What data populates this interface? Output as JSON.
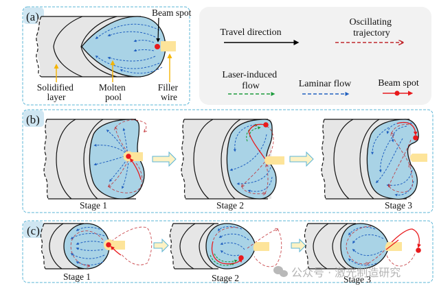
{
  "figure": {
    "colors": {
      "panel_border": "#5ab4d6",
      "label_bg": "#cfe6f2",
      "legend_bg": "#f2f2f2",
      "solid_layer": "#e6e6e6",
      "pool": "#a9d3e6",
      "wire": "#fde49a",
      "beam": "#e8191c",
      "travel": "#000000",
      "oscillating": "#c0282d",
      "laser_flow": "#1a9a3a",
      "laminar_flow": "#1f5fbf",
      "callout": "#f5b400",
      "stage_arrow_fill": "#fdf2c4",
      "stage_arrow_stroke": "#5ab4d6"
    }
  },
  "panel_a": {
    "label": "(a)",
    "annotations": {
      "beam_spot": "Beam spot",
      "solidified_layer": [
        "Solidified",
        "layer"
      ],
      "molten_pool": [
        "Molten",
        "pool"
      ],
      "filler_wire": [
        "Filler",
        "wire"
      ]
    }
  },
  "legend": {
    "items": [
      {
        "id": "travel",
        "label": [
          "Travel direction"
        ],
        "style": "solid-black-arrow"
      },
      {
        "id": "oscillating",
        "label": [
          "Oscillating",
          "trajectory"
        ],
        "style": "dashed-red-arrow"
      },
      {
        "id": "laser",
        "label": [
          "Laser-induced",
          "flow"
        ],
        "style": "dashed-green-arrow"
      },
      {
        "id": "laminar",
        "label": [
          "Laminar flow"
        ],
        "style": "dashed-blue-arrow"
      },
      {
        "id": "beam",
        "label": [
          "Beam spot"
        ],
        "style": "red-dot-arrow"
      }
    ]
  },
  "panel_b": {
    "label": "(b)",
    "stages": [
      "Stage 1",
      "Stage 2",
      "Stage 3"
    ]
  },
  "panel_c": {
    "label": "(c)",
    "stages": [
      "Stage 1",
      "Stage 2",
      "Stage 3"
    ]
  },
  "watermark": {
    "text": "公众号 · 激光制造研究"
  }
}
